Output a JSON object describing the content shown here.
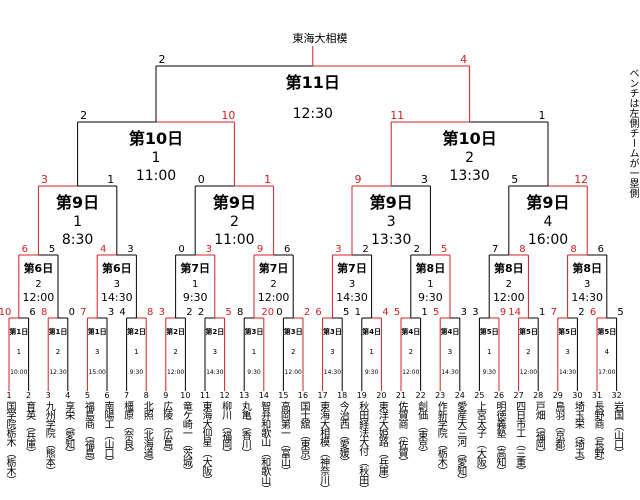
{
  "champion": "東海大相模",
  "side_note": "ベンチは左側チームが一塁側",
  "colors": {
    "winner": "#d42020",
    "loser": "#000000"
  },
  "teams": [
    {
      "no": "1",
      "name": "国学院栃木",
      "pref": "（栃木）"
    },
    {
      "no": "2",
      "name": "育英",
      "pref": "（兵庫）"
    },
    {
      "no": "3",
      "name": "九州学院",
      "pref": "（熊本）"
    },
    {
      "no": "4",
      "name": "享栄",
      "pref": "（愛知）"
    },
    {
      "no": "5",
      "name": "福島商",
      "pref": "（福島）"
    },
    {
      "no": "6",
      "name": "南陽工",
      "pref": "（山口）"
    },
    {
      "no": "7",
      "name": "橿原",
      "pref": "（奈良）"
    },
    {
      "no": "8",
      "name": "北照",
      "pref": "（北海道）"
    },
    {
      "no": "9",
      "name": "広陵",
      "pref": "（広島）"
    },
    {
      "no": "10",
      "name": "竜ケ崎一",
      "pref": "（茨城）"
    },
    {
      "no": "11",
      "name": "東海大仰星",
      "pref": "（大阪）"
    },
    {
      "no": "12",
      "name": "柳川",
      "pref": "（福岡）"
    },
    {
      "no": "13",
      "name": "丸亀",
      "pref": "（香川）"
    },
    {
      "no": "14",
      "name": "智弁和歌山",
      "pref": "（和歌山）"
    },
    {
      "no": "15",
      "name": "高岡第一",
      "pref": "（富山）"
    },
    {
      "no": "16",
      "name": "国士舘",
      "pref": "（東京）"
    },
    {
      "no": "17",
      "name": "東海大相模",
      "pref": "（神奈川）"
    },
    {
      "no": "18",
      "name": "今治西",
      "pref": "（愛媛）"
    },
    {
      "no": "19",
      "name": "秋田経法大付",
      "pref": "（秋田）"
    },
    {
      "no": "20",
      "name": "東洋大姫路",
      "pref": "（兵庫）"
    },
    {
      "no": "21",
      "name": "佐賀商",
      "pref": "（佐賀）"
    },
    {
      "no": "22",
      "name": "創価",
      "pref": "（東京）"
    },
    {
      "no": "23",
      "name": "作新学院",
      "pref": "（栃木）"
    },
    {
      "no": "24",
      "name": "愛産大三河",
      "pref": "（愛知）"
    },
    {
      "no": "25",
      "name": "上宮太子",
      "pref": "（大阪）"
    },
    {
      "no": "26",
      "name": "明徳義塾",
      "pref": "（高知）"
    },
    {
      "no": "27",
      "name": "四日市工",
      "pref": "（三重）"
    },
    {
      "no": "28",
      "name": "戸畑",
      "pref": "（福岡）"
    },
    {
      "no": "29",
      "name": "鳥羽",
      "pref": "（京都）"
    },
    {
      "no": "30",
      "name": "埼玉栄",
      "pref": "（埼玉）"
    },
    {
      "no": "31",
      "name": "長野商",
      "pref": "（長野）"
    },
    {
      "no": "32",
      "name": "岩国",
      "pref": "（山口）"
    }
  ],
  "r1": [
    {
      "day": "第1日",
      "game": "1",
      "time": "10:00",
      "sl": "10",
      "sr": "6",
      "w": "l"
    },
    {
      "day": "第1日",
      "game": "2",
      "time": "12:30",
      "sl": "8",
      "sr": "0",
      "w": "l"
    },
    {
      "day": "第1日",
      "game": "3",
      "time": "15:00",
      "sl": "7",
      "sr": "3",
      "w": "l"
    },
    {
      "day": "第2日",
      "game": "1",
      "time": "9:30",
      "sl": "4",
      "sr": "8",
      "w": "r"
    },
    {
      "day": "第2日",
      "game": "2",
      "time": "12:00",
      "sl": "3",
      "sr": "2",
      "w": "l"
    },
    {
      "day": "第2日",
      "game": "3",
      "time": "14:30",
      "sl": "2",
      "sr": "5",
      "w": "r"
    },
    {
      "day": "第3日",
      "game": "1",
      "time": "9:30",
      "sl": "8",
      "sr": "20",
      "w": "r"
    },
    {
      "day": "第3日",
      "game": "2",
      "time": "12:00",
      "sl": "0",
      "sr": "2",
      "w": "r"
    },
    {
      "day": "第3日",
      "game": "3",
      "time": "14:30",
      "sl": "6",
      "sr": "5",
      "w": "l"
    },
    {
      "day": "第4日",
      "game": "1",
      "time": "9:30",
      "sl": "1",
      "sr": "4",
      "w": "r"
    },
    {
      "day": "第4日",
      "game": "2",
      "time": "12:00",
      "sl": "5",
      "sr": "1",
      "w": "l"
    },
    {
      "day": "第4日",
      "game": "3",
      "time": "14:30",
      "sl": "5",
      "sr": "3",
      "w": "l"
    },
    {
      "day": "第5日",
      "game": "1",
      "time": "9:30",
      "sl": "3",
      "sr": "9",
      "w": "r"
    },
    {
      "day": "第5日",
      "game": "2",
      "time": "12:00",
      "sl": "14",
      "sr": "1",
      "w": "l"
    },
    {
      "day": "第5日",
      "game": "3",
      "time": "14:30",
      "sl": "7",
      "sr": "2",
      "w": "l"
    },
    {
      "day": "第5日",
      "game": "4",
      "time": "17:00",
      "sl": "6",
      "sr": "5",
      "w": "l"
    }
  ],
  "r2": [
    {
      "day": "第6日",
      "game": "2",
      "time": "12:00",
      "sl": "6",
      "sr": "5",
      "w": "l"
    },
    {
      "day": "第6日",
      "game": "3",
      "time": "14:30",
      "sl": "4",
      "sr": "3",
      "w": "l"
    },
    {
      "day": "第7日",
      "game": "1",
      "time": "9:30",
      "sl": "0",
      "sr": "3",
      "w": "r"
    },
    {
      "day": "第7日",
      "game": "2",
      "time": "12:00",
      "sl": "9",
      "sr": "6",
      "w": "l"
    },
    {
      "day": "第7日",
      "game": "3",
      "time": "14:30",
      "sl": "3",
      "sr": "2",
      "w": "l"
    },
    {
      "day": "第8日",
      "game": "1",
      "time": "9:30",
      "sl": "2",
      "sr": "5",
      "w": "r"
    },
    {
      "day": "第8日",
      "game": "2",
      "time": "12:00",
      "sl": "7",
      "sr": "8",
      "w": "r"
    },
    {
      "day": "第8日",
      "game": "3",
      "time": "14:30",
      "sl": "8",
      "sr": "6",
      "w": "l"
    }
  ],
  "r3": [
    {
      "day": "第9日",
      "game": "1",
      "time": "8:30",
      "sl": "3",
      "sr": "1",
      "w": "l"
    },
    {
      "day": "第9日",
      "game": "2",
      "time": "11:00",
      "sl": "0",
      "sr": "1",
      "w": "r"
    },
    {
      "day": "第9日",
      "game": "3",
      "time": "13:30",
      "sl": "9",
      "sr": "3",
      "w": "l"
    },
    {
      "day": "第9日",
      "game": "4",
      "time": "16:00",
      "sl": "5",
      "sr": "12",
      "w": "r"
    }
  ],
  "r4": [
    {
      "day": "第10日",
      "game": "1",
      "time": "11:00",
      "sl": "2",
      "sr": "10",
      "w": "r"
    },
    {
      "day": "第10日",
      "game": "2",
      "time": "13:30",
      "sl": "11",
      "sr": "1",
      "w": "l"
    }
  ],
  "r5": [
    {
      "day": "第11日",
      "game": "",
      "time": "12:30",
      "sl": "2",
      "sr": "4",
      "w": "r"
    }
  ]
}
